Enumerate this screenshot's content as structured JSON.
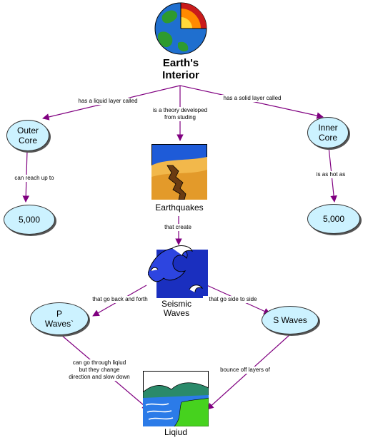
{
  "concepts": {
    "title": "Earth's\nInterior",
    "outer_core": "Outer\nCore",
    "inner_core": "Inner\nCore",
    "outer_value": "5,000",
    "inner_value": "5,000",
    "earthquakes": "Earthquakes",
    "seismic": "Seismic\nWaves",
    "p_waves": "P\nWaves`",
    "s_waves": "S Waves",
    "liquid": "Liqiud"
  },
  "links": {
    "liquid_layer": "has a liquid layer called",
    "theory": "is a theory developed\nfrom studing",
    "solid_layer": "has a solid layer called",
    "reach": "can reach up to",
    "hot_as": "is as hot as",
    "create": "that create",
    "back_forth": "that go back and forth",
    "side_side": "that go side to side",
    "through": "can go through liqiud\nbut they change\ndirection and slow down",
    "bounce": "bounce off layers of"
  },
  "icons": [
    "earth-cutaway-icon",
    "earthquake-crack-icon",
    "ocean-wave-icon",
    "river-landscape-icon"
  ],
  "colors": {
    "node_fill": "#ccf2ff",
    "link": "#800080"
  }
}
